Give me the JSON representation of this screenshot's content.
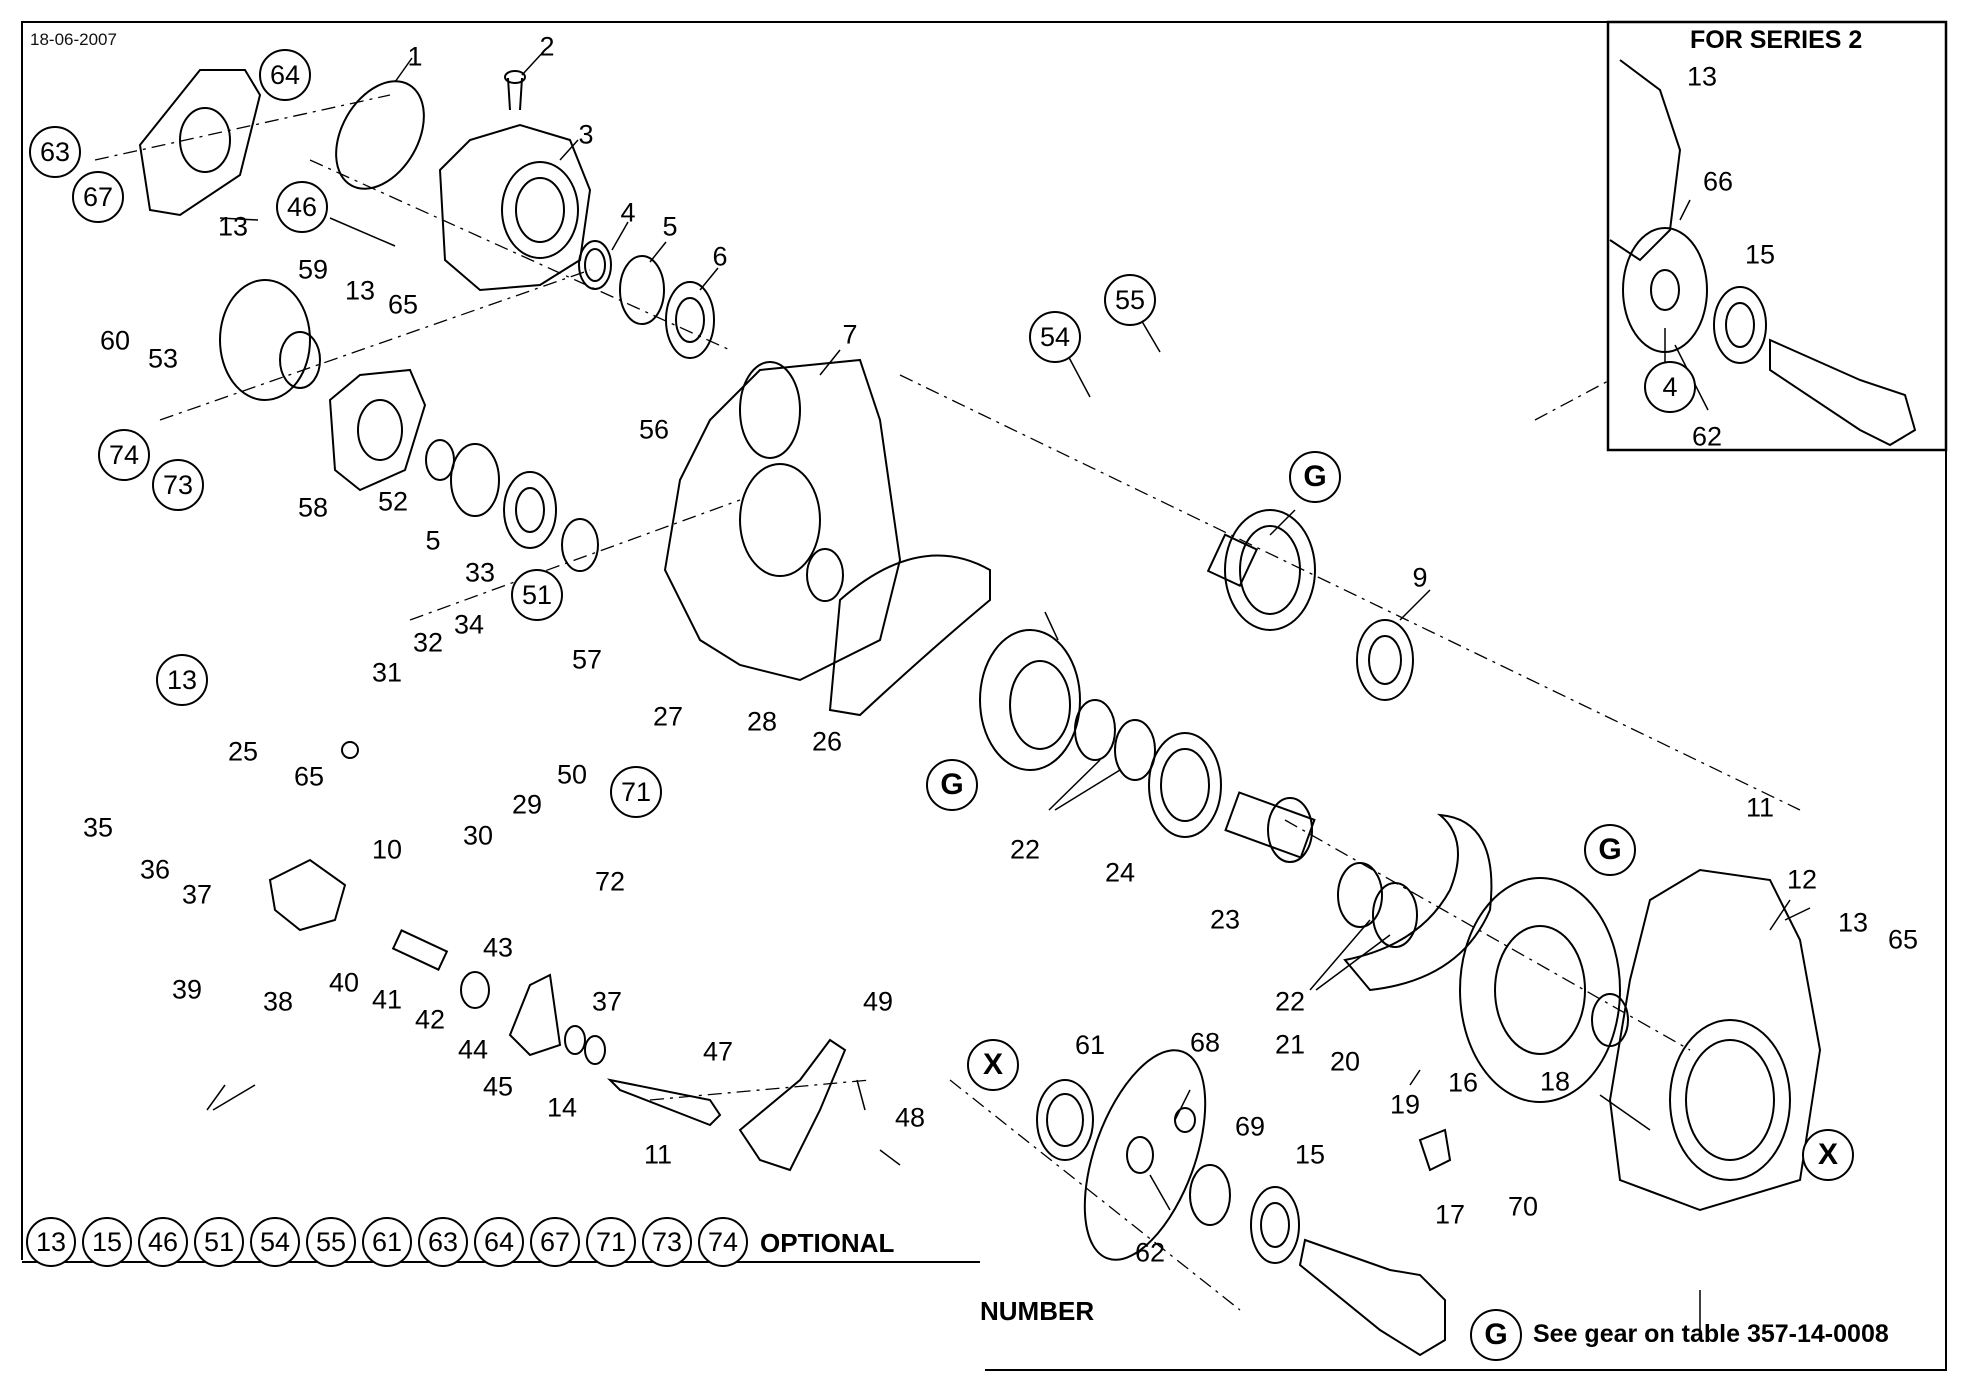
{
  "header": {
    "date": "18-06-2007",
    "inset_title": "FOR SERIES 2"
  },
  "footer": {
    "optional_label": "OPTIONAL",
    "number_label": "NUMBER",
    "gear_note": "See gear on table 357-14-0008",
    "gear_symbol": "G",
    "optional_items": [
      "13",
      "15",
      "46",
      "51",
      "54",
      "55",
      "61",
      "63",
      "64",
      "67",
      "71",
      "73",
      "74"
    ]
  },
  "labels": {
    "l1": "1",
    "l2": "2",
    "l3": "3",
    "l4": "4",
    "l5a": "5",
    "l6": "6",
    "l7": "7",
    "l13a": "13",
    "l13b": "13",
    "l53": "53",
    "l65a": "65",
    "l59": "59",
    "l60": "60",
    "l58": "58",
    "l52": "52",
    "l5b": "5",
    "l33": "33",
    "l56": "56",
    "l9": "9",
    "l31": "31",
    "l32": "32",
    "l34": "34",
    "l57": "57",
    "l27": "27",
    "l28": "28",
    "l26": "26",
    "l25": "25",
    "l65b": "65",
    "l35": "35",
    "l36": "36",
    "l37a": "37",
    "l29": "29",
    "l50": "50",
    "l30": "30",
    "l22a": "22",
    "l24": "24",
    "l11a": "11",
    "l12": "12",
    "l13c": "13",
    "l65c": "65",
    "l10": "10",
    "l72": "72",
    "l39": "39",
    "l38": "38",
    "l40": "40",
    "l41": "41",
    "l43": "43",
    "l42": "42",
    "l44": "44",
    "l37b": "37",
    "l49": "49",
    "l23": "23",
    "l22b": "22",
    "l21": "21",
    "l20": "20",
    "l19": "19",
    "l18": "18",
    "l47": "47",
    "l45": "45",
    "l14": "14",
    "l48": "48",
    "l16": "16",
    "l68": "68",
    "l69": "69",
    "l15a": "15",
    "l11b": "11",
    "l17": "17",
    "l70": "70",
    "l62a": "62",
    "l13i": "13",
    "l66": "66",
    "l15i": "15",
    "l62i": "62"
  },
  "circled": {
    "c64": "64",
    "c63": "63",
    "c67": "67",
    "c46": "46",
    "c74": "74",
    "c73": "73",
    "c51": "51",
    "c54": "54",
    "c55": "55",
    "c13": "13",
    "c71": "71",
    "c61": "61",
    "c4": "4",
    "g1": "G",
    "g2": "G",
    "g3": "G",
    "x1": "X",
    "x2": "X"
  }
}
